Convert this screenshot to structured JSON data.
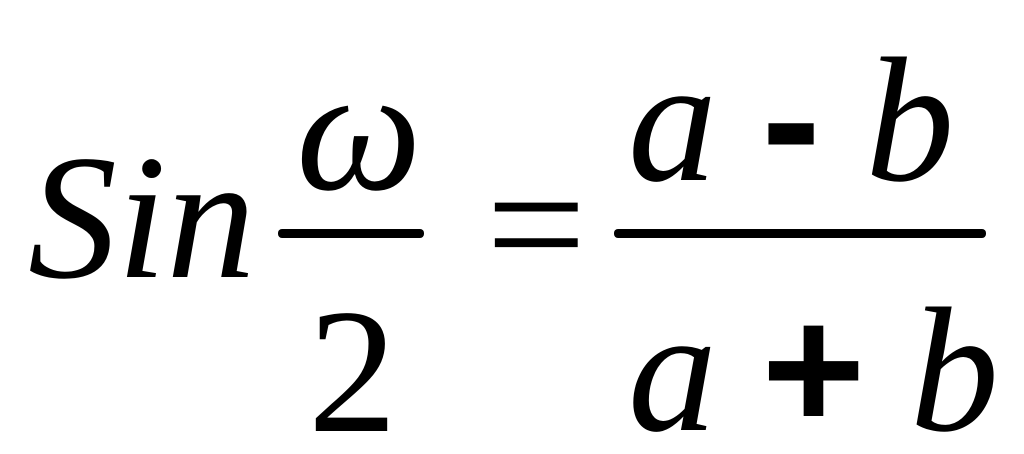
{
  "formula": {
    "function_name": "Sin",
    "left_fraction": {
      "numerator": "ω",
      "denominator": "2"
    },
    "relation": "=",
    "right_fraction": {
      "numerator": {
        "first": "a",
        "operator": "-",
        "second": "b"
      },
      "denominator": {
        "first": "a",
        "operator": "+",
        "second": "b"
      }
    }
  }
}
